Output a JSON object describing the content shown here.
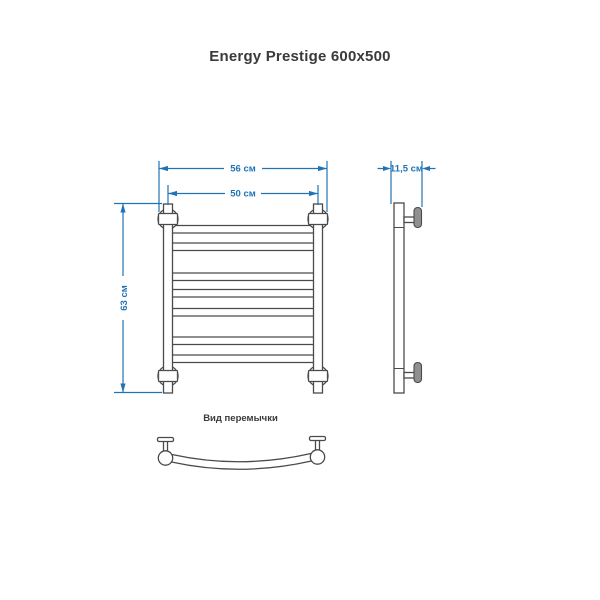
{
  "title": "Energy Prestige 600x500",
  "colors": {
    "dimension": "#2173b4",
    "stroke": "#4a4a4a",
    "label": "#3a3a3a",
    "plate": "#909090"
  },
  "front_view": {
    "dim_outer_width": "56 см",
    "dim_center_width": "50 см",
    "dim_height": "63 см",
    "rung_count": 7
  },
  "side_view": {
    "dim_depth": "11,5 см"
  },
  "crossbar_view": {
    "label": "Вид перемычки"
  }
}
